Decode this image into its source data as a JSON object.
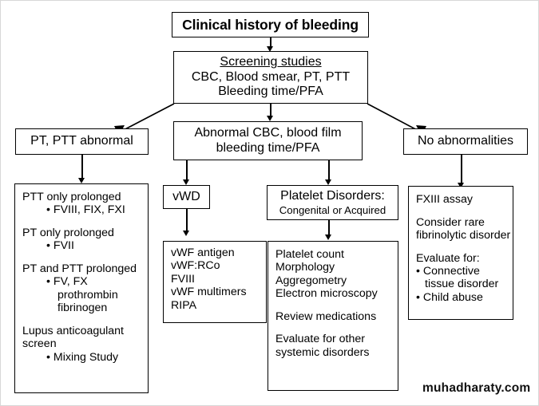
{
  "diagram": {
    "title": "Clinical history of bleeding",
    "nodes": {
      "root": {
        "label": "Clinical history of bleeding"
      },
      "screening": {
        "heading": "Screening studies",
        "line1": "CBC, Blood smear, PT, PTT",
        "line2": "Bleeding time/PFA"
      },
      "branch_left": {
        "label": "PT, PTT abnormal"
      },
      "branch_mid": {
        "line1": "Abnormal CBC, blood film",
        "line2": "bleeding time/PFA"
      },
      "branch_right": {
        "label": "No abnormalities"
      },
      "vwd": {
        "label": "vWD"
      },
      "platelet": {
        "heading": "Platelet Disorders:",
        "subheading": "Congenital or Acquired"
      },
      "coag_detail": {
        "items": [
          "PTT only prolonged",
          "• FVIII, FIX, FXI",
          "PT only prolonged",
          "• FVII",
          "PT and PTT prolonged",
          "• FV, FX",
          "prothrombin",
          "fibrinogen",
          "Lupus anticoagulant",
          "screen",
          "• Mixing Study"
        ]
      },
      "vwf_detail": {
        "items": [
          "vWF antigen",
          "vWF:RCo",
          "FVIII",
          "vWF multimers",
          "RIPA"
        ]
      },
      "platelet_detail": {
        "items": [
          "Platelet count",
          "Morphology",
          "Aggregometry",
          "Electron microscopy",
          "Review medications",
          "Evaluate for other",
          "systemic disorders"
        ]
      },
      "fxiii_detail": {
        "items": [
          "FXIII assay",
          "Consider rare",
          "fibrinolytic disorder",
          "Evaluate for:",
          "• Connective",
          "tissue disorder",
          "• Child abuse"
        ]
      }
    },
    "watermark": "muhadharaty.com",
    "colors": {
      "line": "#000000",
      "background": "#ffffff",
      "text": "#000000"
    }
  }
}
